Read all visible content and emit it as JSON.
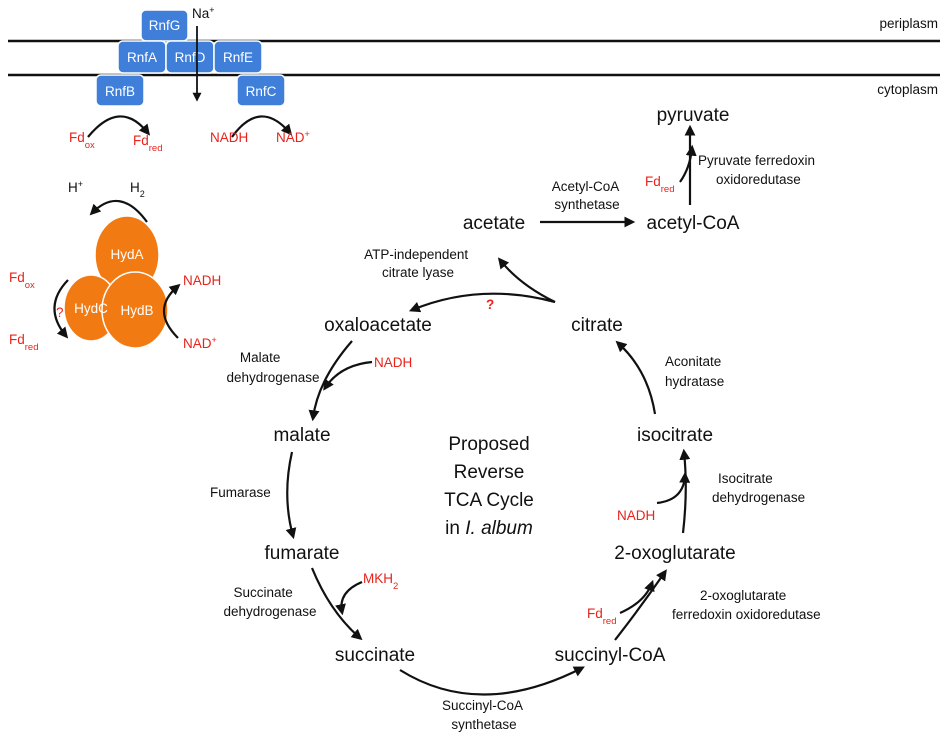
{
  "membrane": {
    "periplasm": "periplasm",
    "cytoplasm": "cytoplasm"
  },
  "rnf": {
    "subunits": [
      "RnfG",
      "RnfA",
      "RnfD",
      "RnfE",
      "RnfB",
      "RnfC"
    ],
    "na": "Na",
    "fd_ox_base": "Fd",
    "fd_ox_sub": "ox",
    "fd_red_base": "Fd",
    "fd_red_sub": "red",
    "nadh": "NADH",
    "nad": "NAD"
  },
  "hyd": {
    "subunits": [
      "HydA",
      "HydB",
      "HydC"
    ],
    "h_plus": "H",
    "h2": "H",
    "fd_ox_base": "Fd",
    "fd_ox_sub": "ox",
    "fd_red_base": "Fd",
    "fd_red_sub": "red",
    "question": "?",
    "nadh": "NADH",
    "nad": "NAD"
  },
  "metabolites": {
    "pyruvate": "pyruvate",
    "acetyl_coa": "acetyl-CoA",
    "acetate": "acetate",
    "citrate": "citrate",
    "oxaloacetate": "oxaloacetate",
    "malate": "malate",
    "fumarate": "fumarate",
    "succinate": "succinate",
    "succinyl_coa": "succinyl-CoA",
    "oxoglutarate": "2-oxoglutarate",
    "isocitrate": "isocitrate"
  },
  "enzymes": {
    "pfor": [
      "Pyruvate ferredoxin",
      "oxidoredutase"
    ],
    "acs": [
      "Acetyl-CoA",
      "synthetase"
    ],
    "acl": [
      "ATP-independent",
      "citrate lyase"
    ],
    "mdh": [
      "Malate",
      "dehydrogenase"
    ],
    "fum": [
      "Fumarase"
    ],
    "sdh": [
      "Succinate",
      "dehydrogenase"
    ],
    "scs": [
      "Succinyl-CoA",
      "synthetase"
    ],
    "ofor": [
      "2-oxoglutarate",
      "ferredoxin oxidoredutase"
    ],
    "idh": [
      "Isocitrate",
      "dehydrogenase"
    ],
    "aco": [
      "Aconitate",
      "hydratase"
    ]
  },
  "cofactors": {
    "pfor_fd_base": "Fd",
    "pfor_fd_sub": "red",
    "acl_question": "?",
    "mdh_nadh": "NADH",
    "sdh_mkh": "MKH",
    "ofor_fd_base": "Fd",
    "ofor_fd_sub": "red",
    "idh_nadh": "NADH"
  },
  "center_title": {
    "line1": "Proposed",
    "line2": "Reverse",
    "line3": "TCA Cycle",
    "line4_prefix": "in ",
    "line4_italic": "I. album"
  },
  "colors": {
    "accent_red": "#e8231b",
    "rnf_blue": "#3f7fd9",
    "hyd_orange": "#f27a12"
  }
}
